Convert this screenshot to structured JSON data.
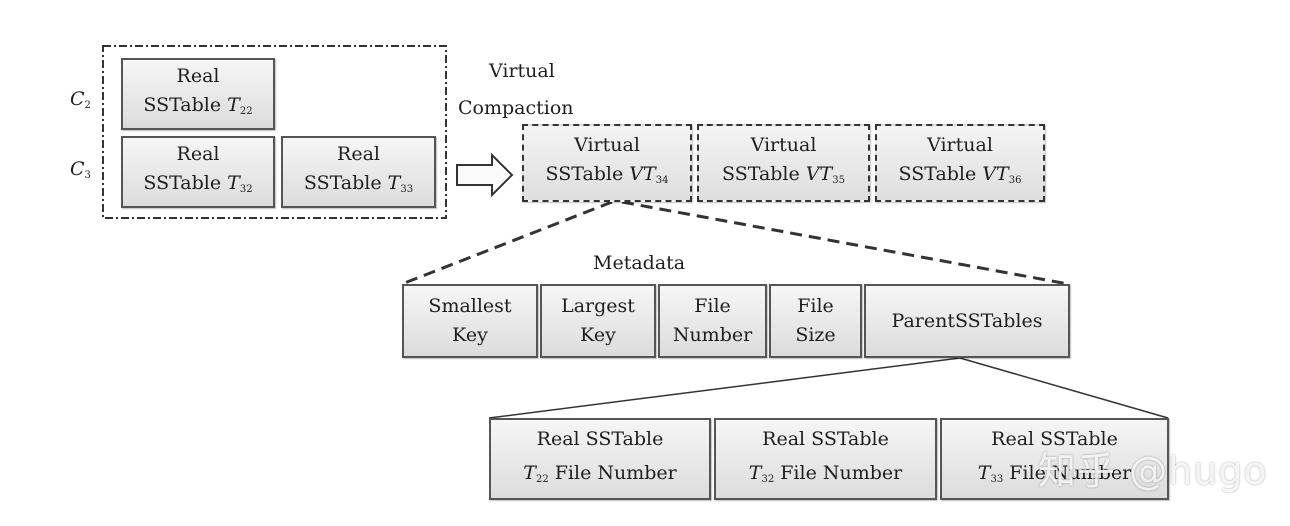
{
  "levels": {
    "c2": "C",
    "c2_sub": "2",
    "c3": "C",
    "c3_sub": "3"
  },
  "real_tables": [
    {
      "line1": "Real",
      "prefix": "SSTable ",
      "var": "T",
      "sub": "22"
    },
    {
      "line1": "Real",
      "prefix": "SSTable ",
      "var": "T",
      "sub": "32"
    },
    {
      "line1": "Real",
      "prefix": "SSTable ",
      "var": "T",
      "sub": "33"
    }
  ],
  "virtual_compaction": {
    "line1": "Virtual",
    "line2": "Compaction"
  },
  "virtual_tables": [
    {
      "line1": "Virtual",
      "prefix": "SSTable ",
      "var": "VT",
      "sub": "34"
    },
    {
      "line1": "Virtual",
      "prefix": "SSTable ",
      "var": "VT",
      "sub": "35"
    },
    {
      "line1": "Virtual",
      "prefix": "SSTable ",
      "var": "VT",
      "sub": "36"
    }
  ],
  "metadata": {
    "title": "Metadata",
    "fields": [
      {
        "line1": "Smallest",
        "line2": "Key"
      },
      {
        "line1": "Largest",
        "line2": "Key"
      },
      {
        "line1": "File",
        "line2": "Number"
      },
      {
        "line1": "File",
        "line2": "Size"
      },
      {
        "line1": "ParentSSTables",
        "line2": ""
      }
    ]
  },
  "parents": [
    {
      "line1": "Real SSTable",
      "var": "T",
      "sub": "22",
      "suffix": " File Number"
    },
    {
      "line1": "Real SSTable",
      "var": "T",
      "sub": "32",
      "suffix": " File Number"
    },
    {
      "line1": "Real SSTable",
      "var": "T",
      "sub": "33",
      "suffix": " File Number"
    }
  ],
  "watermark": "知乎 @hugo",
  "colors": {
    "border": "#555555",
    "fill_top": "#f6f6f6",
    "fill_bottom": "#dcdcdc"
  }
}
